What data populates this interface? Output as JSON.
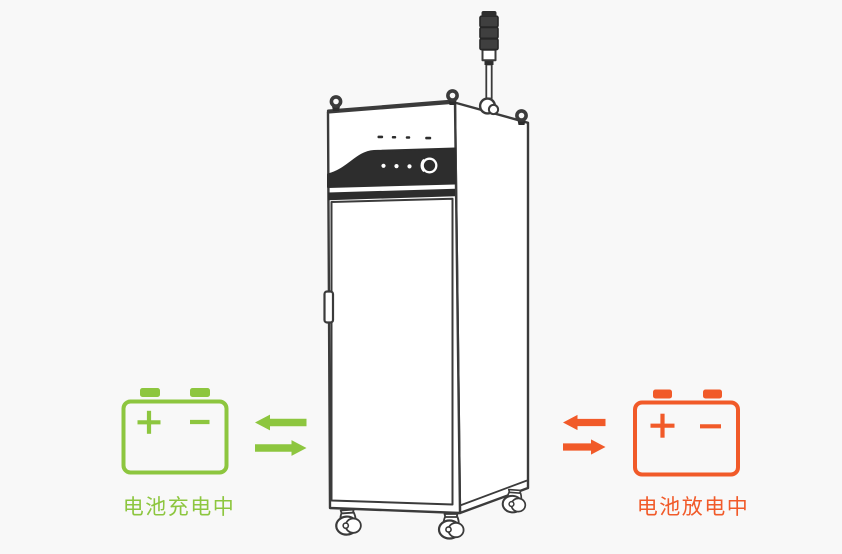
{
  "colors": {
    "background": "#f8f8f8",
    "outline": "#3b3b3b",
    "panel": "#2d2d2d",
    "cabinet_face": "#ffffff",
    "charge": "#8dc63f",
    "discharge": "#f15a29"
  },
  "charging": {
    "label": "电池充电中",
    "plus_symbol": "+",
    "minus_symbol": "−"
  },
  "discharging": {
    "label": "电池放电中",
    "plus_symbol": "+",
    "minus_symbol": "−"
  },
  "cabinet": {
    "indicator_dot_count": 3,
    "panel_mark_count": 4,
    "signal_tower_segment_count": 3,
    "eye_bolt_count": 3,
    "caster_count": 3
  }
}
